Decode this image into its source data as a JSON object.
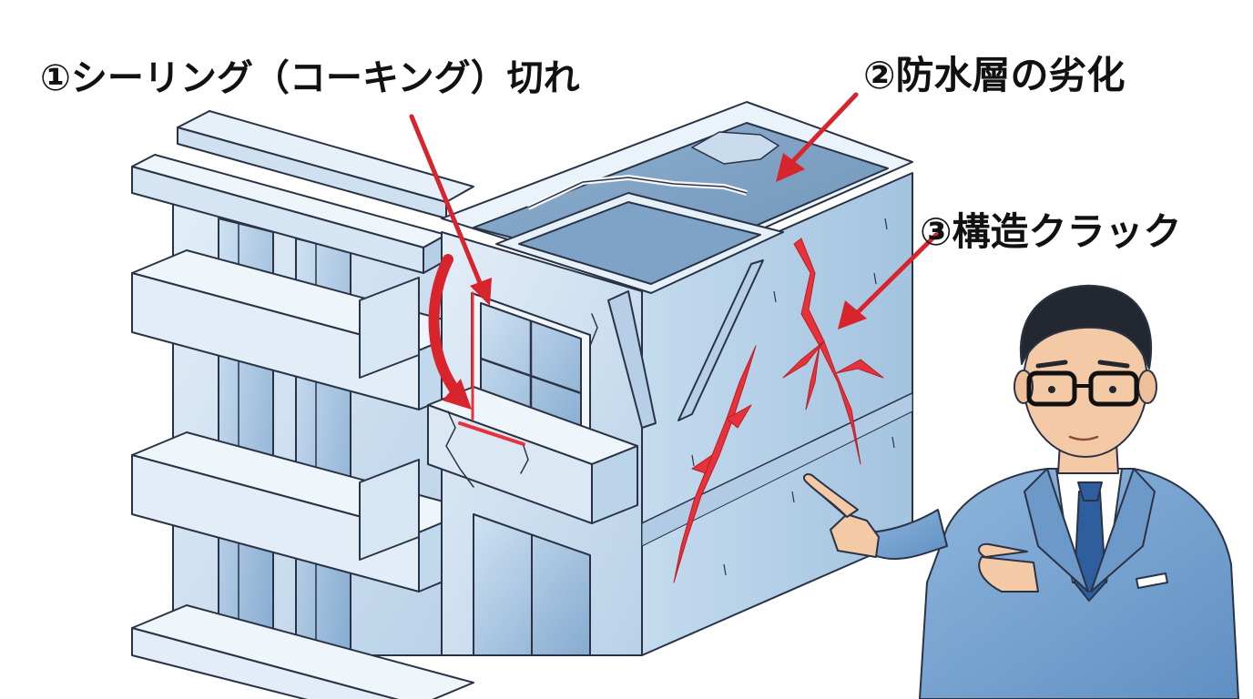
{
  "labels": {
    "sealing": "①シーリング（コーキング）切れ",
    "waterproof": "②防水層の劣化",
    "crack": "③構造クラック"
  },
  "colors": {
    "wall_light": "#dce9f5",
    "wall_mid": "#bcd4ea",
    "wall_dark": "#9fbfdc",
    "glass": "#8fb4d6",
    "outline": "#2a3346",
    "crack_red": "#e5323b",
    "arrow_red": "#d8242c",
    "suit_blue": "#7ba6d2",
    "skin": "#f4c9a6",
    "hair": "#23272f"
  },
  "icons": {
    "arrow_1": "red-arrow-icon",
    "arrow_2": "red-arrow-icon",
    "arrow_3": "red-arrow-icon"
  }
}
